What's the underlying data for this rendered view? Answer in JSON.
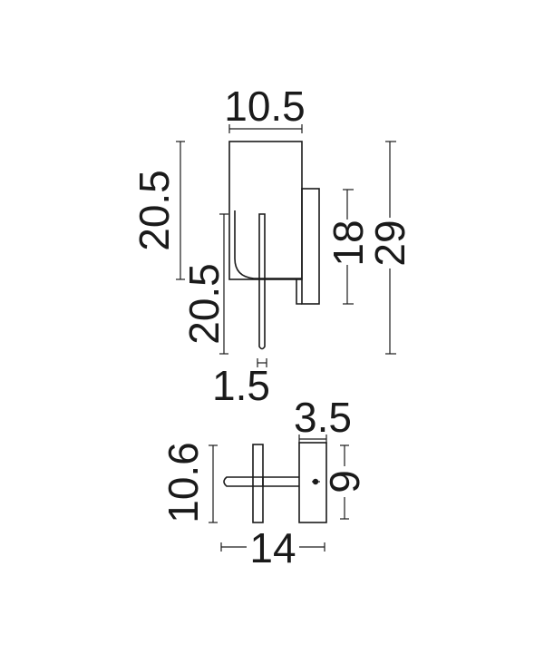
{
  "dimensions": {
    "shade_width": "10.5",
    "shade_height": "20.5",
    "tube_height": "20.5",
    "tube_diameter": "1.5",
    "base_height": "18",
    "total_height": "29",
    "base_depth": "3.5",
    "top_depth": "10.6",
    "base_width": "9",
    "total_projection": "14"
  },
  "colors": {
    "ink": "#1a1a1a",
    "background": "#ffffff"
  }
}
